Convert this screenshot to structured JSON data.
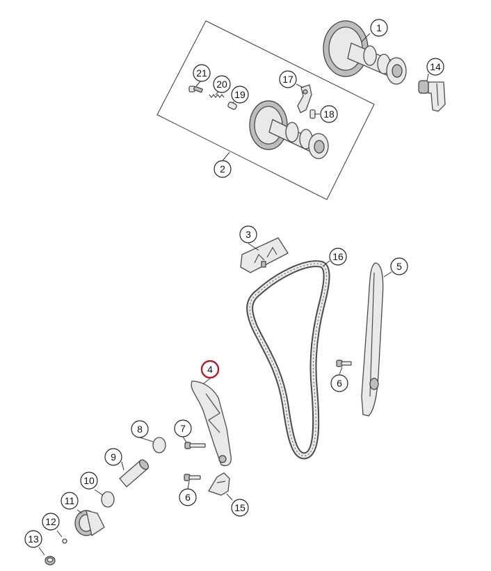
{
  "diagram": {
    "selected": "4",
    "highlight_color": "#b01c2e",
    "callouts": [
      {
        "id": "1",
        "label": "1"
      },
      {
        "id": "2",
        "label": "2"
      },
      {
        "id": "3",
        "label": "3"
      },
      {
        "id": "4",
        "label": "4"
      },
      {
        "id": "5",
        "label": "5"
      },
      {
        "id": "6a",
        "label": "6"
      },
      {
        "id": "6b",
        "label": "6"
      },
      {
        "id": "7",
        "label": "7"
      },
      {
        "id": "8",
        "label": "8"
      },
      {
        "id": "9",
        "label": "9"
      },
      {
        "id": "10",
        "label": "10"
      },
      {
        "id": "11",
        "label": "11"
      },
      {
        "id": "12",
        "label": "12"
      },
      {
        "id": "13",
        "label": "13"
      },
      {
        "id": "14",
        "label": "14"
      },
      {
        "id": "15",
        "label": "15"
      },
      {
        "id": "16",
        "label": "16"
      },
      {
        "id": "17",
        "label": "17"
      },
      {
        "id": "18",
        "label": "18"
      },
      {
        "id": "19",
        "label": "19"
      },
      {
        "id": "20",
        "label": "20"
      },
      {
        "id": "21",
        "label": "21"
      }
    ]
  }
}
